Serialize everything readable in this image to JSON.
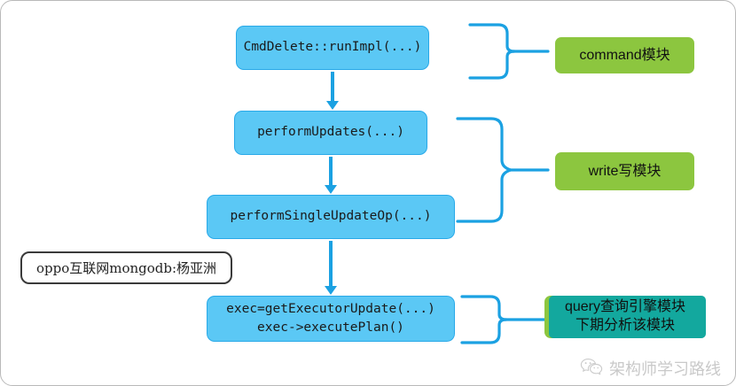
{
  "diagram": {
    "title_hidden": "",
    "colors": {
      "box_fill": "#5BC8F5",
      "box_border": "#29A9E8",
      "arrow": "#1BA1E2",
      "brace": "#1BA1E2",
      "module_green": "#8CC63F",
      "query_teal": "#13A89E",
      "card_border": "#b9b9b9",
      "watermark_text": "#c9c9c9"
    },
    "flow_boxes": [
      {
        "id": "cmddelete",
        "text": "CmdDelete::runImpl(...)"
      },
      {
        "id": "performupdates",
        "text": "performUpdates(...)"
      },
      {
        "id": "performsingle",
        "text": "performSingleUpdateOp(...)"
      },
      {
        "id": "exec",
        "text": "exec=getExecutorUpdate(...)\nexec->executePlan()"
      }
    ],
    "module_labels": [
      {
        "id": "command",
        "text": "command模块"
      },
      {
        "id": "write",
        "text": "write写模块"
      },
      {
        "id": "query",
        "text": "query查询引擎模块\n下期分析该模块"
      }
    ],
    "author_watermark": "oppo互联网mongodb:杨亚洲",
    "wechat_watermark": "架构师学习路线"
  }
}
